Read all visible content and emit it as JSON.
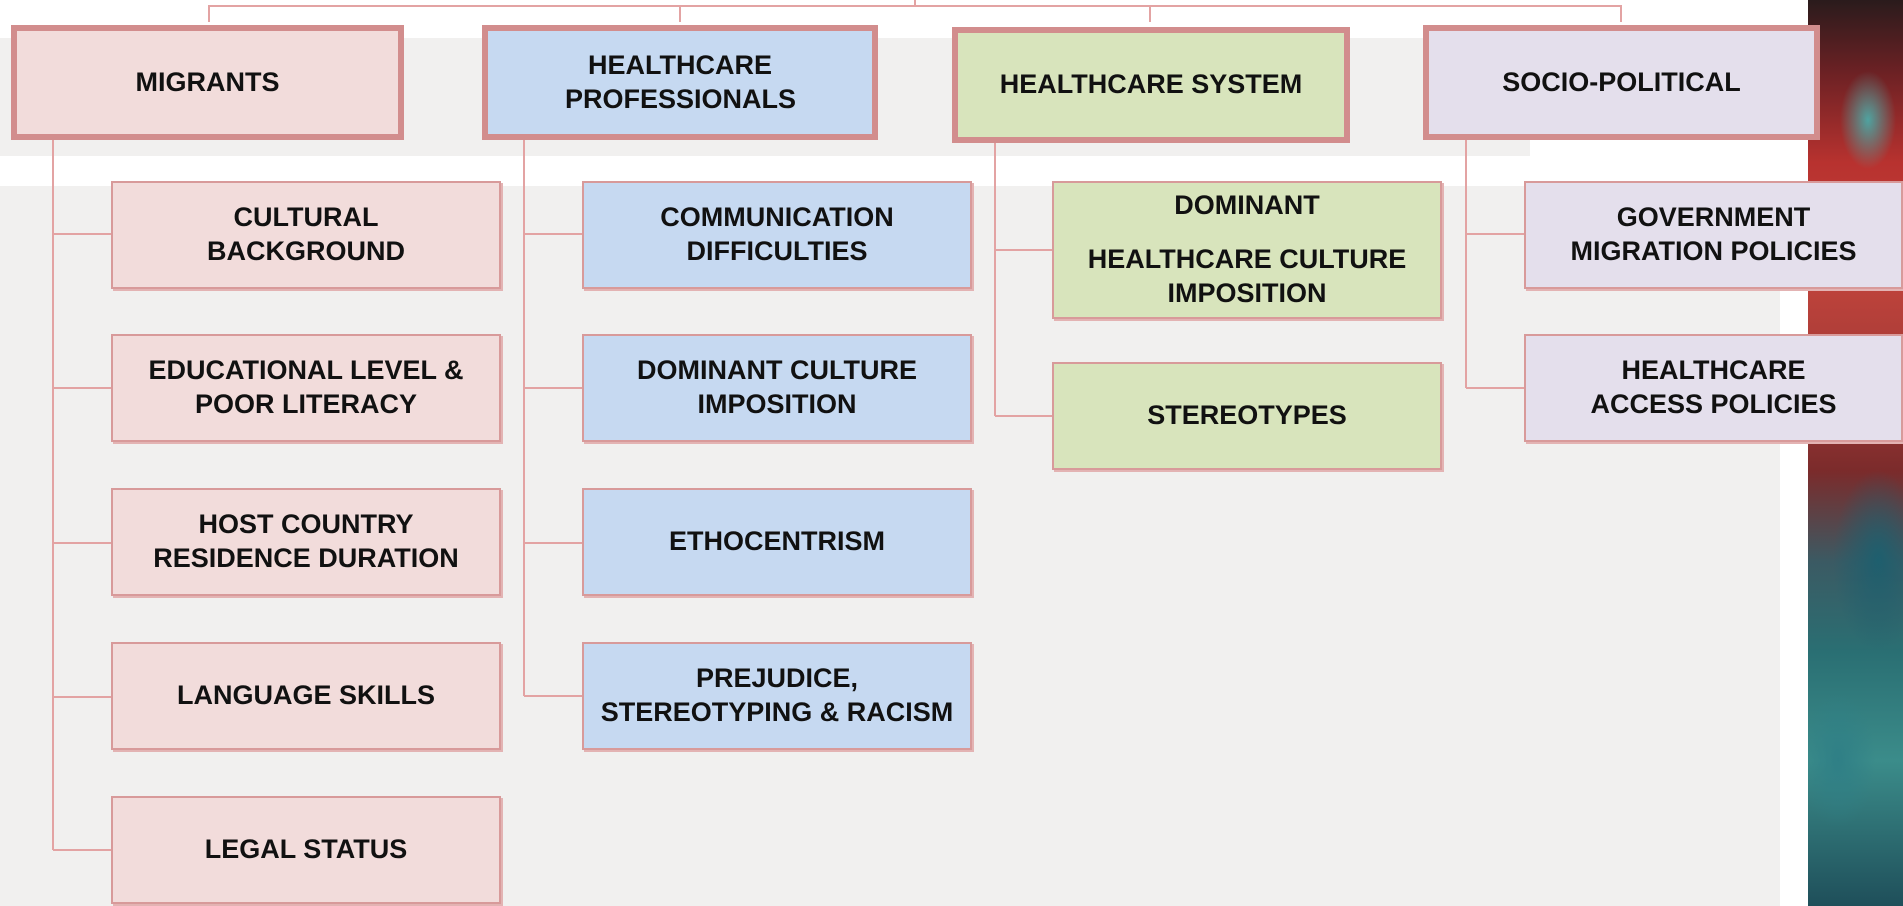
{
  "colors": {
    "line": "#e3a3a3",
    "border": "#d28d8d",
    "migrants": "#f2dcdb",
    "professionals": "#c6d9f1",
    "system": "#d8e4bc",
    "sociopolitical": "#e4dfec"
  },
  "columns": [
    {
      "title": "MIGRANTS",
      "items": [
        "CULTURAL BACKGROUND",
        "EDUCATIONAL LEVEL & POOR LITERACY",
        "HOST COUNTRY RESIDENCE DURATION",
        "LANGUAGE SKILLS",
        "LEGAL STATUS"
      ]
    },
    {
      "title": "HEALTHCARE PROFESSIONALS",
      "items": [
        "COMMUNICATION DIFFICULTIES",
        "DOMINANT CULTURE IMPOSITION",
        "ETHOCENTRISM",
        "PREJUDICE, STEREOTYPING & RACISM"
      ]
    },
    {
      "title": "HEALTHCARE SYSTEM",
      "items": [
        "DOMINANT",
        "HEALTHCARE CULTURE IMPOSITION",
        "STEREOTYPES"
      ]
    },
    {
      "title": "SOCIO-POLITICAL",
      "items": [
        "GOVERNMENT MIGRATION POLICIES",
        "HEALTHCARE ACCESS POLICIES"
      ]
    }
  ]
}
